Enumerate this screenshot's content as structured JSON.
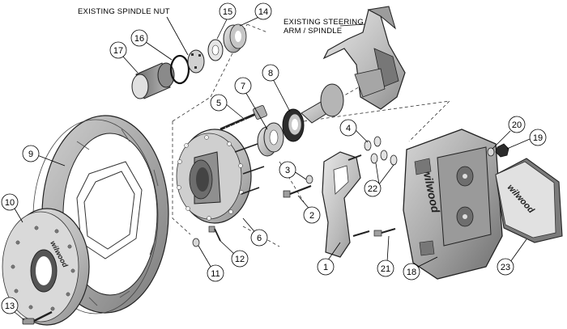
{
  "notes": {
    "spindle_nut": "EXISTING SPINDLE NUT",
    "steering_line1": "EXISTING STEERING",
    "steering_line2": "ARM / SPINDLE"
  },
  "brand": "wilwood",
  "callouts": {
    "c1": "1",
    "c2": "2",
    "c3": "3",
    "c4": "4",
    "c5": "5",
    "c6": "6",
    "c7": "7",
    "c8": "8",
    "c9": "9",
    "c10": "10",
    "c11": "11",
    "c12": "12",
    "c13": "13",
    "c14": "14",
    "c15": "15",
    "c16": "16",
    "c17": "17",
    "c18": "18",
    "c19": "19",
    "c20": "20",
    "c21": "21",
    "c22": "22",
    "c23": "23"
  }
}
